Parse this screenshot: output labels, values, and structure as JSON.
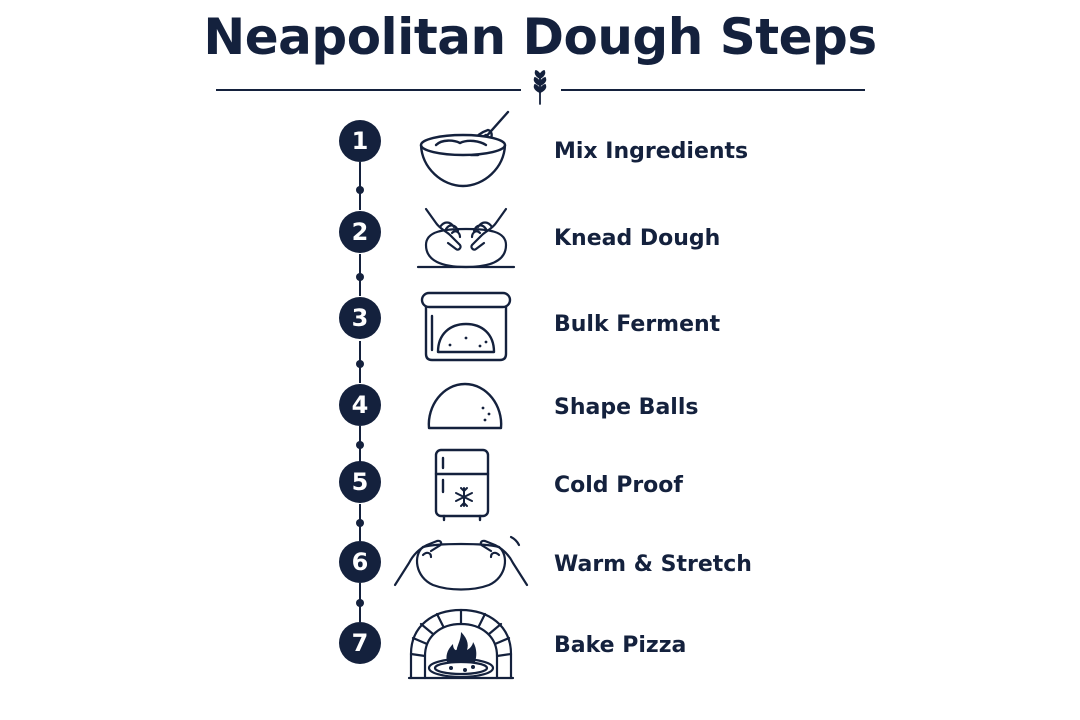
{
  "title": "Neapolitan Dough Steps",
  "colors": {
    "ink": "#14213d",
    "background": "#ffffff"
  },
  "header_icon": "wheat-icon",
  "steps": [
    {
      "number": "1",
      "label": "Mix Ingredients",
      "icon": "mixing-bowl-whisk-icon"
    },
    {
      "number": "2",
      "label": "Knead Dough",
      "icon": "kneading-hands-icon"
    },
    {
      "number": "3",
      "label": "Bulk Ferment",
      "icon": "dough-container-icon"
    },
    {
      "number": "4",
      "label": "Shape Balls",
      "icon": "dough-ball-icon"
    },
    {
      "number": "5",
      "label": "Cold Proof",
      "icon": "refrigerator-icon"
    },
    {
      "number": "6",
      "label": "Warm & Stretch",
      "icon": "stretching-hands-icon"
    },
    {
      "number": "7",
      "label": "Bake Pizza",
      "icon": "pizza-oven-icon"
    }
  ]
}
